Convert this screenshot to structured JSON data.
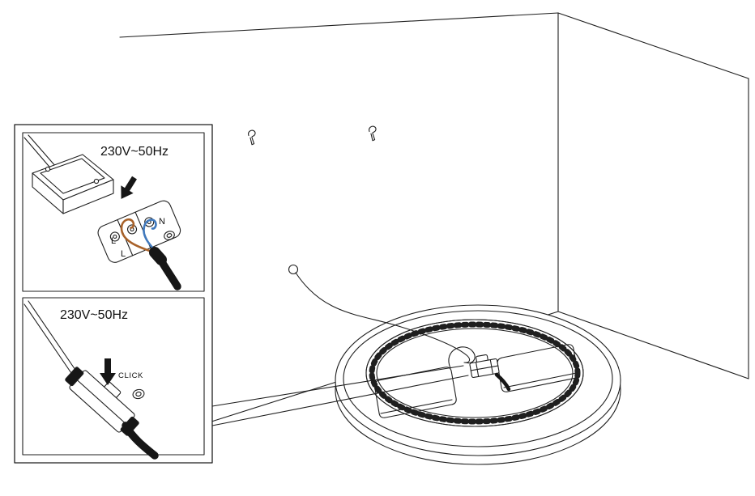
{
  "insets": {
    "wiring_detail": {
      "voltage_label": "230V~50Hz",
      "terminal_label_n": "N",
      "terminal_label_l1": "L",
      "terminal_label_l2": "L"
    },
    "connector_detail": {
      "voltage_label": "230V~50Hz",
      "click_label": "CLICK"
    }
  },
  "colors": {
    "line": "#1f1f1f",
    "wire_live_brown": "#a8622a",
    "wire_neutral_blue": "#4079bd",
    "background": "#ffffff"
  }
}
